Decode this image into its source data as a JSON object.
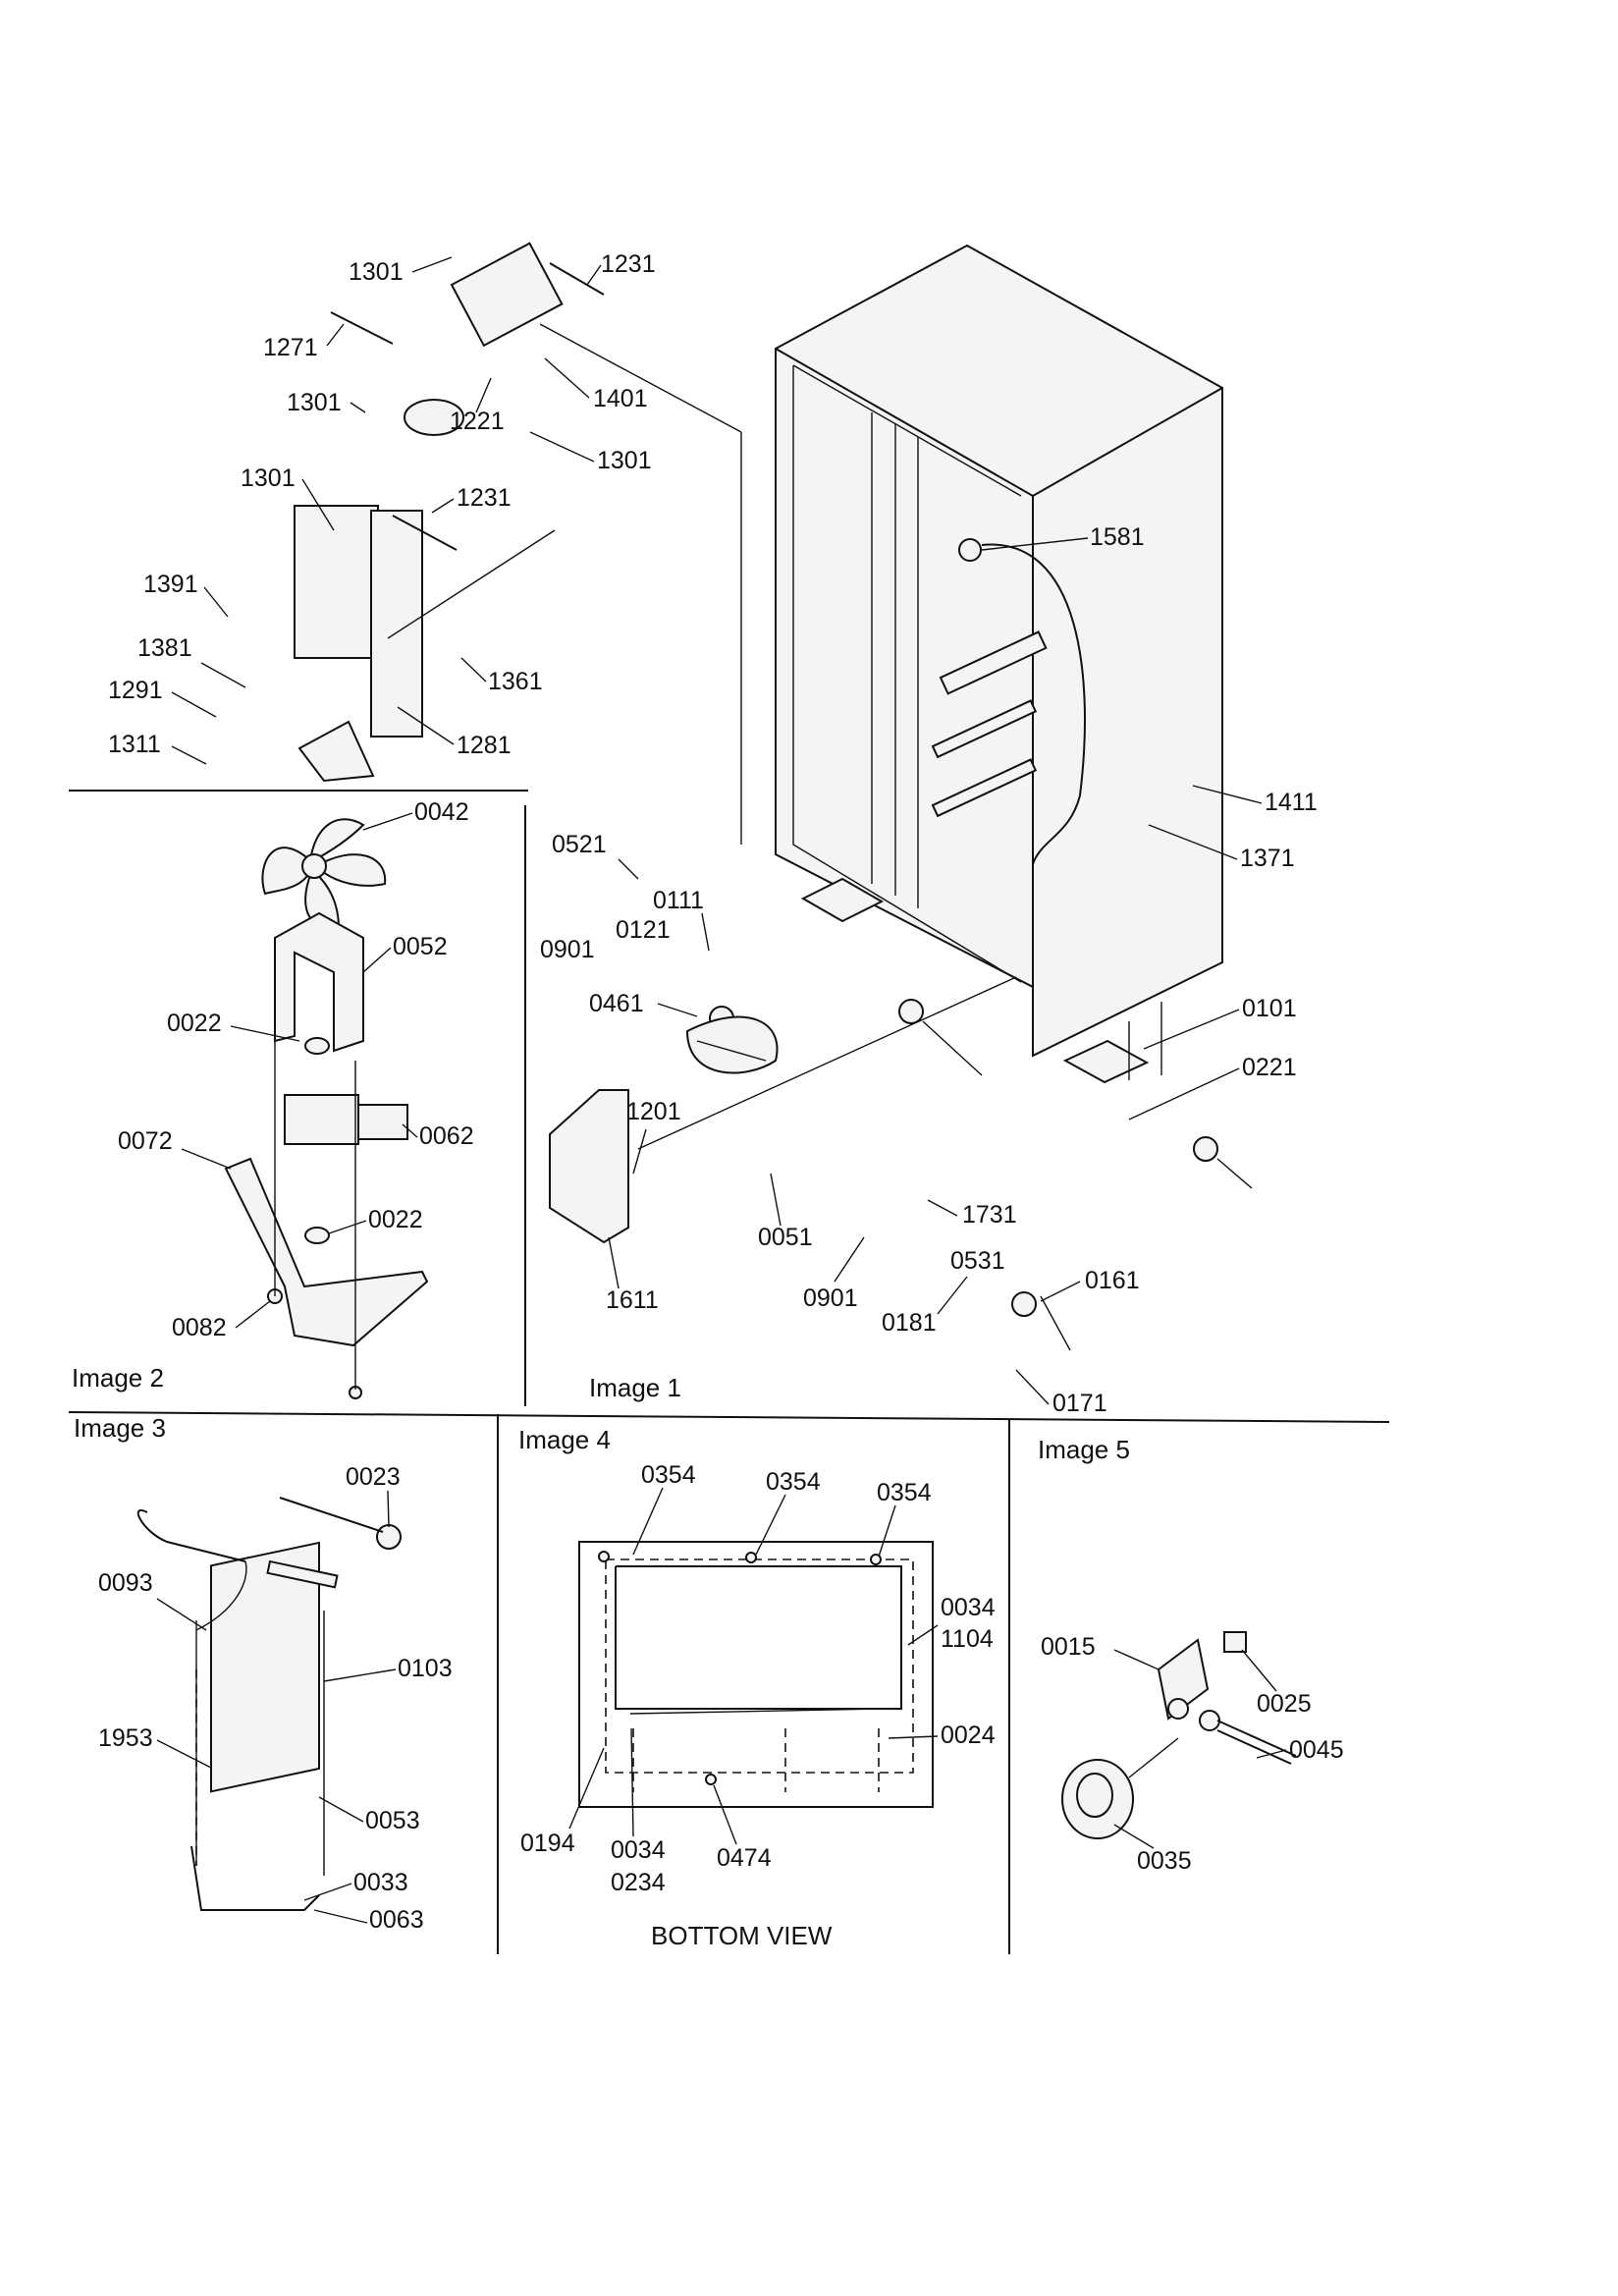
{
  "sections": {
    "image1": "Image 1",
    "image2": "Image 2",
    "image3": "Image 3",
    "image4": "Image 4",
    "image5": "Image 5",
    "bottom_view": "BOTTOM VIEW"
  },
  "callouts": {
    "image1": [
      "1301",
      "1231",
      "1271",
      "1301",
      "1401",
      "1221",
      "1301",
      "1301",
      "1231",
      "1391",
      "1381",
      "1361",
      "1291",
      "1281",
      "1311",
      "1581",
      "1411",
      "1371",
      "0521",
      "0111",
      "0901",
      "0121",
      "0461",
      "0101",
      "0221",
      "1201",
      "1731",
      "0051",
      "0531",
      "0161",
      "1611",
      "0901",
      "0181",
      "0171"
    ],
    "image2": [
      "0042",
      "0052",
      "0022",
      "0062",
      "0072",
      "0022",
      "0082"
    ],
    "image3": [
      "0023",
      "0093",
      "0103",
      "1953",
      "0053",
      "0033",
      "0063"
    ],
    "image4": [
      "0354",
      "0354",
      "0354",
      "0034",
      "1104",
      "0024",
      "0194",
      "0034",
      "0234",
      "0474"
    ],
    "image5": [
      "0015",
      "0025",
      "0045",
      "0035"
    ]
  }
}
